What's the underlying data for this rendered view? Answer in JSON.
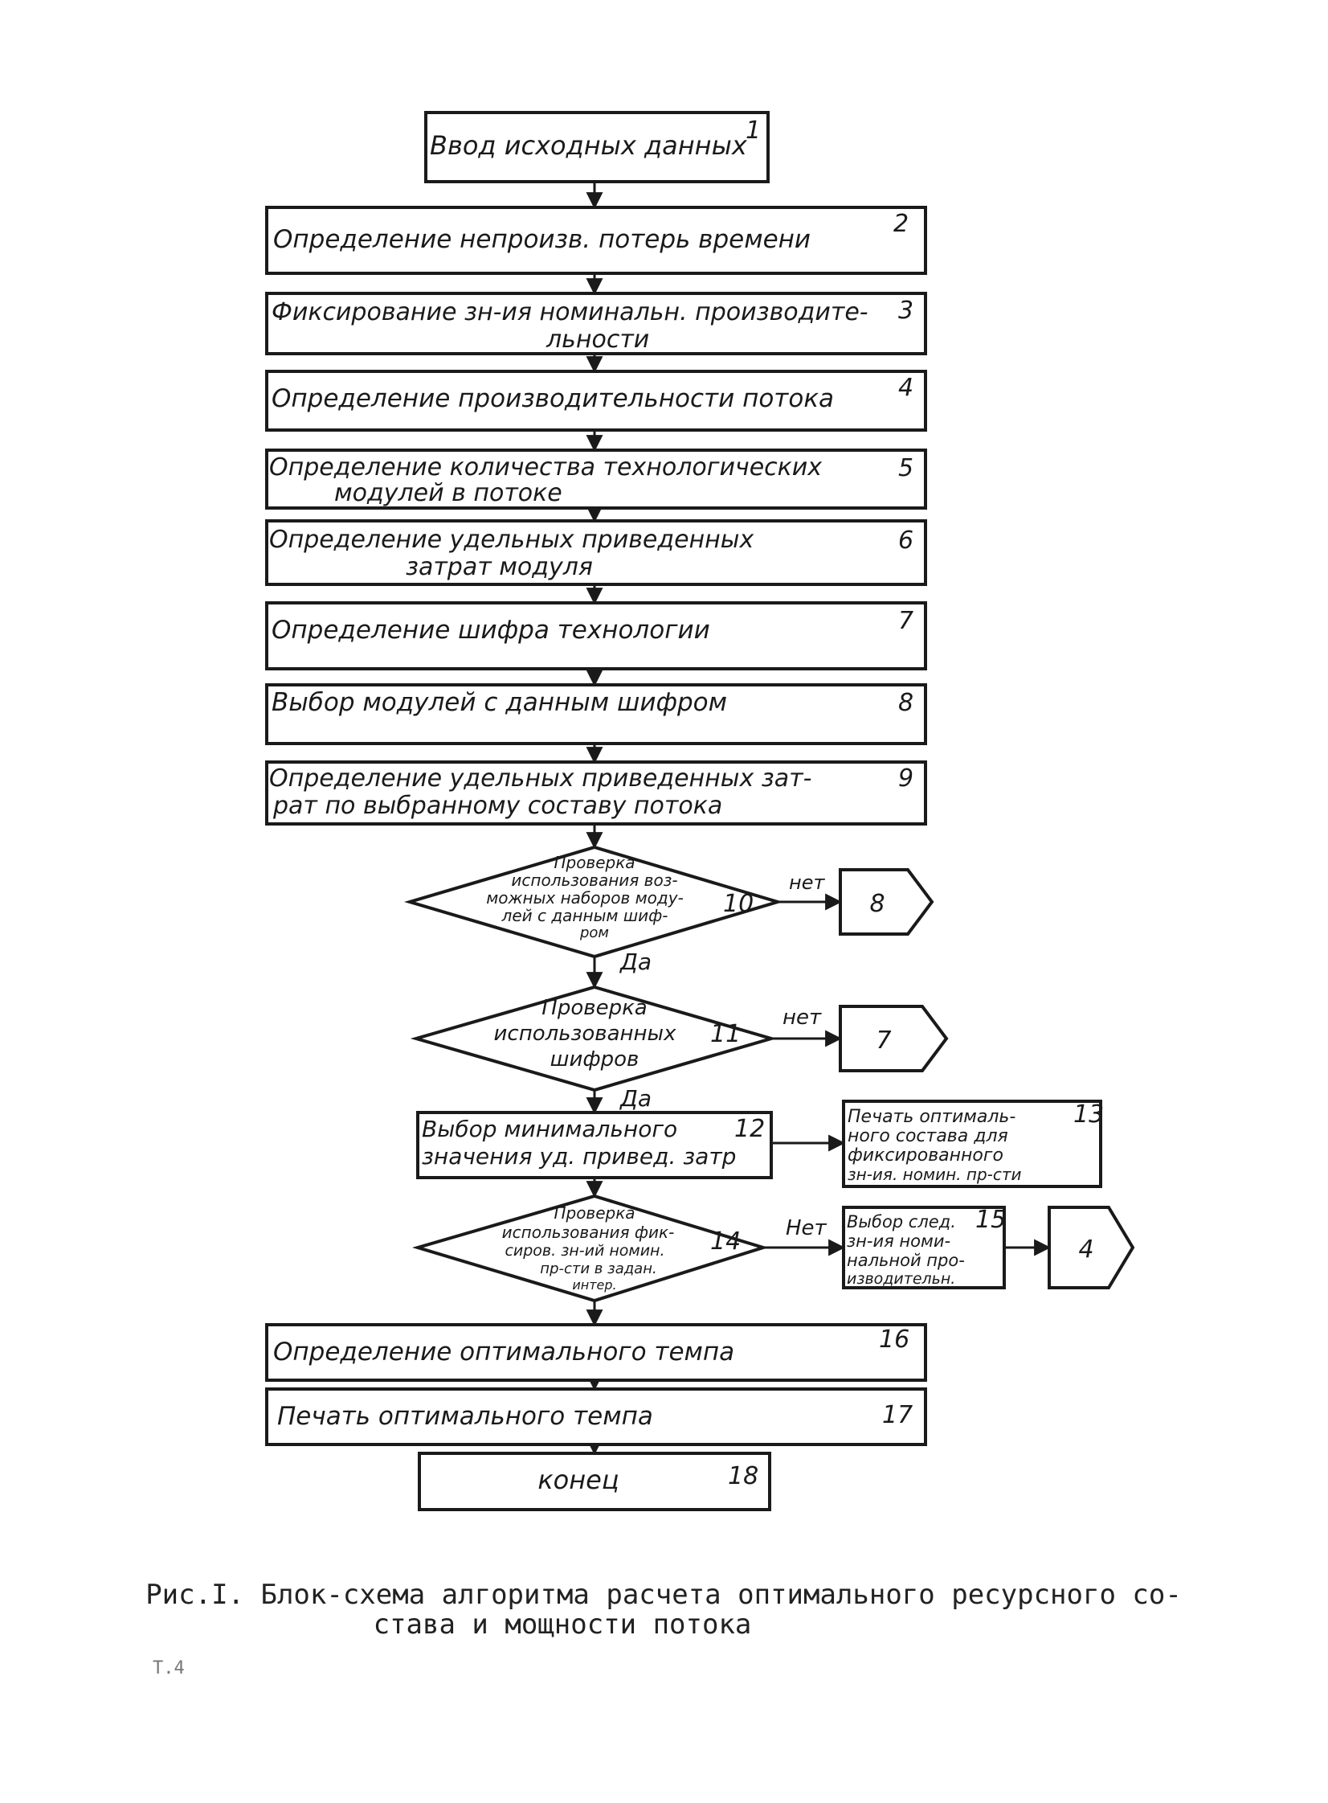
{
  "blocks": [
    {
      "id": "1",
      "lines": [
        "Ввод исходных данных"
      ]
    },
    {
      "id": "2",
      "lines": [
        "Определение непроизв. потерь времени"
      ]
    },
    {
      "id": "3",
      "lines": [
        "Фиксирование зн-ия номинальн. производите-",
        "льности"
      ]
    },
    {
      "id": "4",
      "lines": [
        "Определение производительности потока"
      ]
    },
    {
      "id": "5",
      "lines": [
        "Определение количества технологических",
        "модулей в потоке"
      ]
    },
    {
      "id": "6",
      "lines": [
        "Определение удельных приведенных",
        "затрат модуля"
      ]
    },
    {
      "id": "7",
      "lines": [
        "Определение шифра технологии"
      ]
    },
    {
      "id": "8",
      "lines": [
        "Выбор модулей с данным шифром"
      ]
    },
    {
      "id": "9",
      "lines": [
        "Определение удельных приведенных зат-",
        "рат по выбранному составу потока"
      ]
    },
    {
      "id": "10",
      "lines": [
        "Проверка",
        "использования воз-",
        "можных наборов моду-",
        "лей с данным шиф-",
        "ром"
      ]
    },
    {
      "id": "11",
      "lines": [
        "Проверка",
        "использованных",
        "шифров"
      ]
    },
    {
      "id": "12",
      "lines": [
        "Выбор минимального",
        "значения уд. привед. затр"
      ]
    },
    {
      "id": "13",
      "lines": [
        "Печать оптималь-",
        "ного состава для",
        "фиксированного",
        "зн-ия. номин. пр-сти"
      ]
    },
    {
      "id": "14",
      "lines": [
        "Проверка",
        "использования фик-",
        "сиров. зн-ий номин.",
        "пр-сти в задан.",
        "интер."
      ]
    },
    {
      "id": "15",
      "lines": [
        "Выбор след.",
        "зн-ия номи-",
        "нальной про-",
        "изводительн."
      ]
    },
    {
      "id": "16",
      "lines": [
        "Определение оптимального темпа"
      ]
    },
    {
      "id": "17",
      "lines": [
        "Печать оптимального темпа"
      ]
    },
    {
      "id": "18",
      "lines": [
        "конец"
      ]
    }
  ],
  "connectors": [
    {
      "id": "c8",
      "label": "8"
    },
    {
      "id": "c7",
      "label": "7"
    },
    {
      "id": "c4",
      "label": "4"
    }
  ],
  "edge_labels": {
    "no_10": "нет",
    "yes_10": "Да",
    "no_11": "нет",
    "yes_11": "Да",
    "no_14": "Нет"
  },
  "caption": {
    "line1": "Рис.I. Блок-схема алгоритма расчета оптимального ресурсного со-",
    "line2": "става и мощности потока"
  },
  "page_mark": "Т.4"
}
